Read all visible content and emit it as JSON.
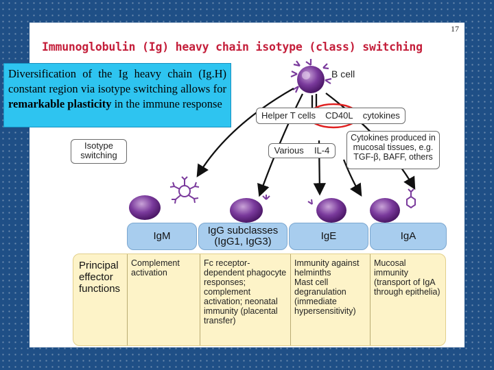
{
  "slide_number": "17",
  "title": "Immunoglobulin (Ig) heavy chain isotype (class) switching",
  "callout": {
    "prefix": "Diversification of the Ig heavy chain (Ig.H) constant region via isotype switching allows for ",
    "bold": "remarkable plasticity",
    "suffix": " in the immune response"
  },
  "diagram": {
    "b_cell_label": "B cell",
    "signals": {
      "helper_t_cells": "Helper T cells",
      "cd40l": "CD40L",
      "cytokines": "cytokines"
    },
    "isotype_switching": "Isotype switching",
    "mucosal_cytokines": "Cytokines produced in mucosal tissues, e.g. TGF-β, BAFF, others",
    "various": "Various",
    "il4": "IL-4",
    "highlight_color": "#e02020",
    "isotypes": [
      {
        "name": "IgM",
        "function": "Complement activation"
      },
      {
        "name": "IgG subclasses (IgG1, IgG3)",
        "function": "Fc receptor-dependent phagocyte responses; complement activation; neonatal immunity (placental transfer)"
      },
      {
        "name": "IgE",
        "function": "Immunity against helminths  Mast cell degranulation (immediate hypersensitivity)"
      },
      {
        "name": "IgA",
        "function": "Mucosal immunity (transport of IgA through epithelia)"
      }
    ],
    "effector_title": "Principal effector functions"
  }
}
